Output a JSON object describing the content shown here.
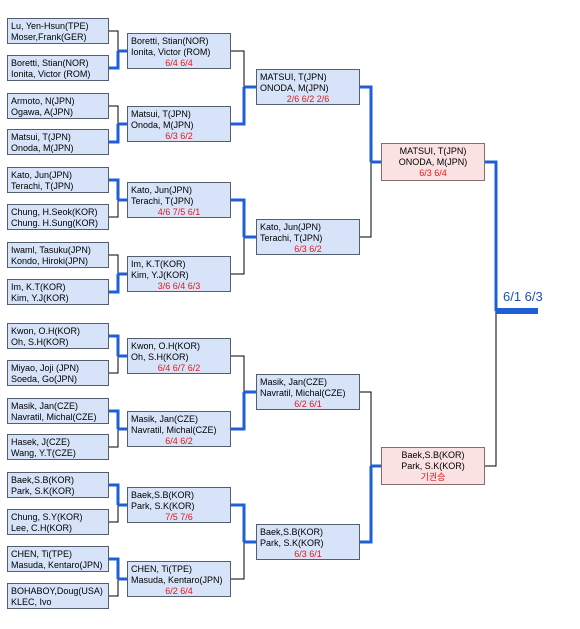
{
  "colors": {
    "box_fill": "#d6e3f8",
    "final_fill": "#fbe2e2",
    "score_text": "#e21818",
    "winner_line": "#1f5fd6",
    "loser_line": "#000000",
    "champion_score": "#1f4fbf"
  },
  "round1": [
    {
      "players": [
        "Lu, Yen-Hsun(TPE)",
        "Moser,Frank(GER)"
      ]
    },
    {
      "players": [
        "Boretti, Stian(NOR)",
        "Ionita, Victor (ROM)"
      ]
    },
    {
      "players": [
        "Armoto, N(JPN)",
        "Ogawa, A(JPN)"
      ]
    },
    {
      "players": [
        "Matsui, T(JPN)",
        "Onoda, M(JPN)"
      ]
    },
    {
      "players": [
        "Kato, Jun(JPN)",
        "Terachi, T(JPN)"
      ]
    },
    {
      "players": [
        "Chung, H.Seok(KOR)",
        "Chung. H.Sung(KOR)"
      ]
    },
    {
      "players": [
        "Iwaml, Tasuku(JPN)",
        "Kondo, Hiroki(JPN)"
      ]
    },
    {
      "players": [
        "Im, K.T(KOR)",
        "Kim, Y.J(KOR)"
      ]
    },
    {
      "players": [
        "Kwon, O.H(KOR)",
        "Oh, S.H(KOR)"
      ]
    },
    {
      "players": [
        "Miyao, Joji (JPN)",
        "Soeda, Go(JPN)"
      ]
    },
    {
      "players": [
        "Masik, Jan(CZE)",
        "Navratil, Michal(CZE)"
      ]
    },
    {
      "players": [
        "Hasek, J(CZE)",
        "Wang, Y.T(CZE)"
      ]
    },
    {
      "players": [
        "Baek,S.B(KOR)",
        "Park, S.K(KOR)"
      ]
    },
    {
      "players": [
        "Chung, S.Y(KOR)",
        "Lee, C.H(KOR)"
      ]
    },
    {
      "players": [
        "CHEN, Ti(TPE)",
        "Masuda, Kentaro(JPN)"
      ]
    },
    {
      "players": [
        "BOHABOY,Doug(USA)",
        "KLEC, Ivo"
      ]
    }
  ],
  "round2": [
    {
      "players": [
        "Boretti, Stian(NOR)",
        "Ionita, Victor (ROM)"
      ],
      "score": "6/4 6/4"
    },
    {
      "players": [
        "Matsui, T(JPN)",
        "Onoda, M(JPN)"
      ],
      "score": "6/3 6/2"
    },
    {
      "players": [
        "Kato, Jun(JPN)",
        "Terachi, T(JPN)"
      ],
      "score": "4/6 7/5 6/1"
    },
    {
      "players": [
        "Im, K.T(KOR)",
        "Kim, Y.J(KOR)"
      ],
      "score": "3/6 6/4 6/3"
    },
    {
      "players": [
        "Kwon, O.H(KOR)",
        "Oh, S.H(KOR)"
      ],
      "score": "6/4 6/7 6/2"
    },
    {
      "players": [
        "Masik, Jan(CZE)",
        "Navratil, Michal(CZE)"
      ],
      "score": "6/4 6/2"
    },
    {
      "players": [
        "Baek,S.B(KOR)",
        "Park, S.K(KOR)"
      ],
      "score": "7/5 7/6"
    },
    {
      "players": [
        "CHEN, Ti(TPE)",
        "Masuda, Kentaro(JPN)"
      ],
      "score": "6/2 6/4"
    }
  ],
  "round3": [
    {
      "players": [
        "MATSUI, T(JPN)",
        "ONODA, M(JPN)"
      ],
      "score": "2/6 6/2 2/6"
    },
    {
      "players": [
        "Kato, Jun(JPN)",
        "Terachi, T(JPN)"
      ],
      "score": "6/3 6/2"
    },
    {
      "players": [
        "Masik, Jan(CZE)",
        "Navratil, Michal(CZE)"
      ],
      "score": "6/2 6/1"
    },
    {
      "players": [
        "Baek,S.B(KOR)",
        "Park, S.K(KOR)"
      ],
      "score": "6/3 6/1"
    }
  ],
  "semifinal": [
    {
      "players": [
        "MATSUI, T(JPN)",
        "ONODA, M(JPN)"
      ],
      "score": "6/3 6/4"
    },
    {
      "players": [
        "Baek,S.B(KOR)",
        "Park, S.K(KOR)"
      ],
      "score": "기권승"
    }
  ],
  "final_score": "6/1 6/3"
}
